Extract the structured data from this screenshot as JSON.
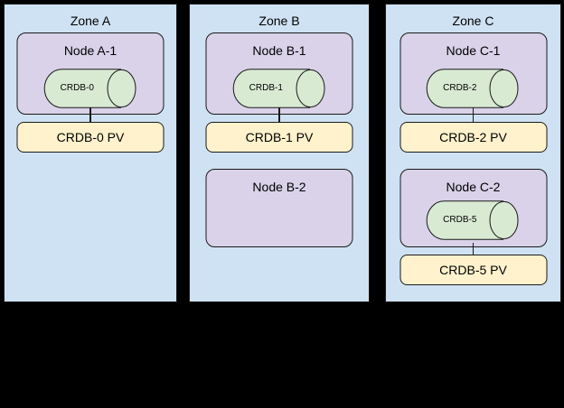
{
  "diagram": {
    "description": "CockroachDB pods and persistent volumes across availability zones"
  },
  "colors": {
    "background": "#000000",
    "zone_fill": "#cfe2f3",
    "node_fill": "#d9d2e9",
    "pod_fill": "#d9ead3",
    "pv_fill": "#fff2cc",
    "stroke": "#1a1a1a",
    "text": "#000000"
  },
  "zones": [
    {
      "title": "Zone A",
      "nodes": [
        {
          "label": "Node A-1",
          "pod": {
            "label": "CRDB-0"
          },
          "pv": {
            "label": "CRDB-0 PV"
          }
        }
      ]
    },
    {
      "title": "Zone B",
      "nodes": [
        {
          "label": "Node B-1",
          "pod": {
            "label": "CRDB-1"
          },
          "pv": {
            "label": "CRDB-1 PV"
          }
        },
        {
          "label": "Node B-2"
        }
      ]
    },
    {
      "title": "Zone C",
      "nodes": [
        {
          "label": "Node C-1",
          "pod": {
            "label": "CRDB-2"
          },
          "pv": {
            "label": "CRDB-2 PV"
          }
        },
        {
          "label": "Node C-2",
          "pod": {
            "label": "CRDB-5"
          },
          "pv": {
            "label": "CRDB-5 PV"
          }
        }
      ]
    }
  ]
}
